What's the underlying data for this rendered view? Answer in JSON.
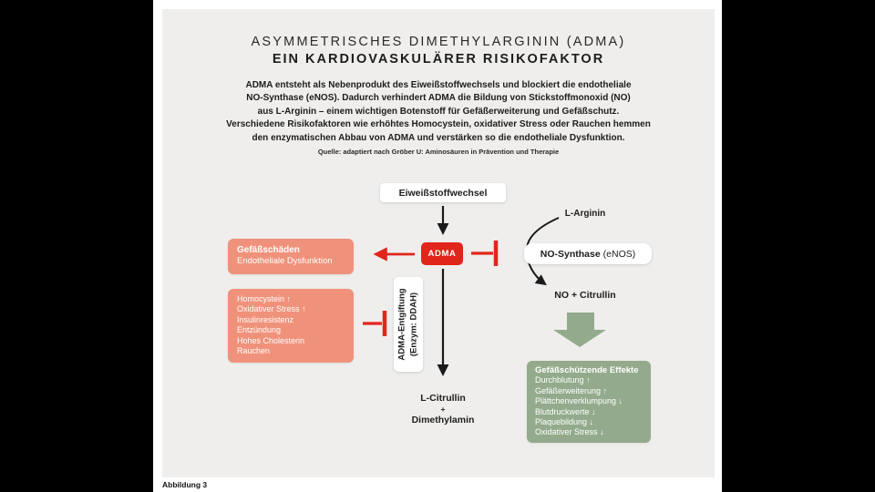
{
  "header": {
    "title_line1": "ASYMMETRISCHES DIMETHYLARGININ (ADMA)",
    "title_line2": "EIN KARDIOVASKULÄRER RISIKOFAKTOR",
    "intro_lines": [
      "ADMA entsteht als Nebenprodukt des Eiweißstoffwechsels und blockiert die endotheliale",
      "NO-Synthase (eNOS). Dadurch verhindert ADMA die Bildung von Stickstoffmonoxid (NO)",
      "aus L-Arginin – einem wichtigen Botenstoff für Gefäßerweiterung und Gefäßschutz.",
      "Verschiedene Risikofaktoren wie erhöhtes Homocystein, oxidativer Stress oder Rauchen hemmen",
      "den enzymatischen Abbau von ADMA und verstärken so die endotheliale Dysfunktion."
    ],
    "source": "Quelle: adaptiert nach Gröber U: Aminosäuren in Prävention und Therapie"
  },
  "diagram": {
    "protein_box": "Eiweißstoffwechsel",
    "adma_box": "ADMA",
    "damage_box": {
      "title": "Gefäßschäden",
      "subtitle": "Endotheliale Dysfunktion"
    },
    "risk_box": {
      "lines": [
        "Homocystein ↑",
        "Oxidativer Stress ↑",
        "Insulinresistenz",
        "Entzündung",
        "Hohes Cholesterin",
        "Rauchen"
      ]
    },
    "detox_box": {
      "line1": "ADMA-Entgiftung",
      "line2": "(Enzym: DDAH)"
    },
    "breakdown": {
      "line1": "L-Citrullin",
      "plus": "+",
      "line2": "Dimethylamin"
    },
    "l_arginin": "L-Arginin",
    "nos_box": {
      "name": "NO-Synthase",
      "suffix": "(eNOS)"
    },
    "no_citrullin": "NO + Citrullin",
    "effects_box": {
      "title": "Gefäßschützende Effekte",
      "lines": [
        "Durchblutung ↑",
        "Gefäßerweiterung ↑",
        "Plättchenverklumpung ↓",
        "Blutdruckwerte ↓",
        "Plaquebildung ↓",
        "Oxidativer Stress ↓"
      ]
    }
  },
  "footer": {
    "caption": "Abbildung 3"
  },
  "colors": {
    "accent_red": "#e2251b",
    "salmon": "#f0927b",
    "green": "#93ab8c",
    "panel_bg": "#efeeec",
    "ink": "#1d1d1b"
  }
}
